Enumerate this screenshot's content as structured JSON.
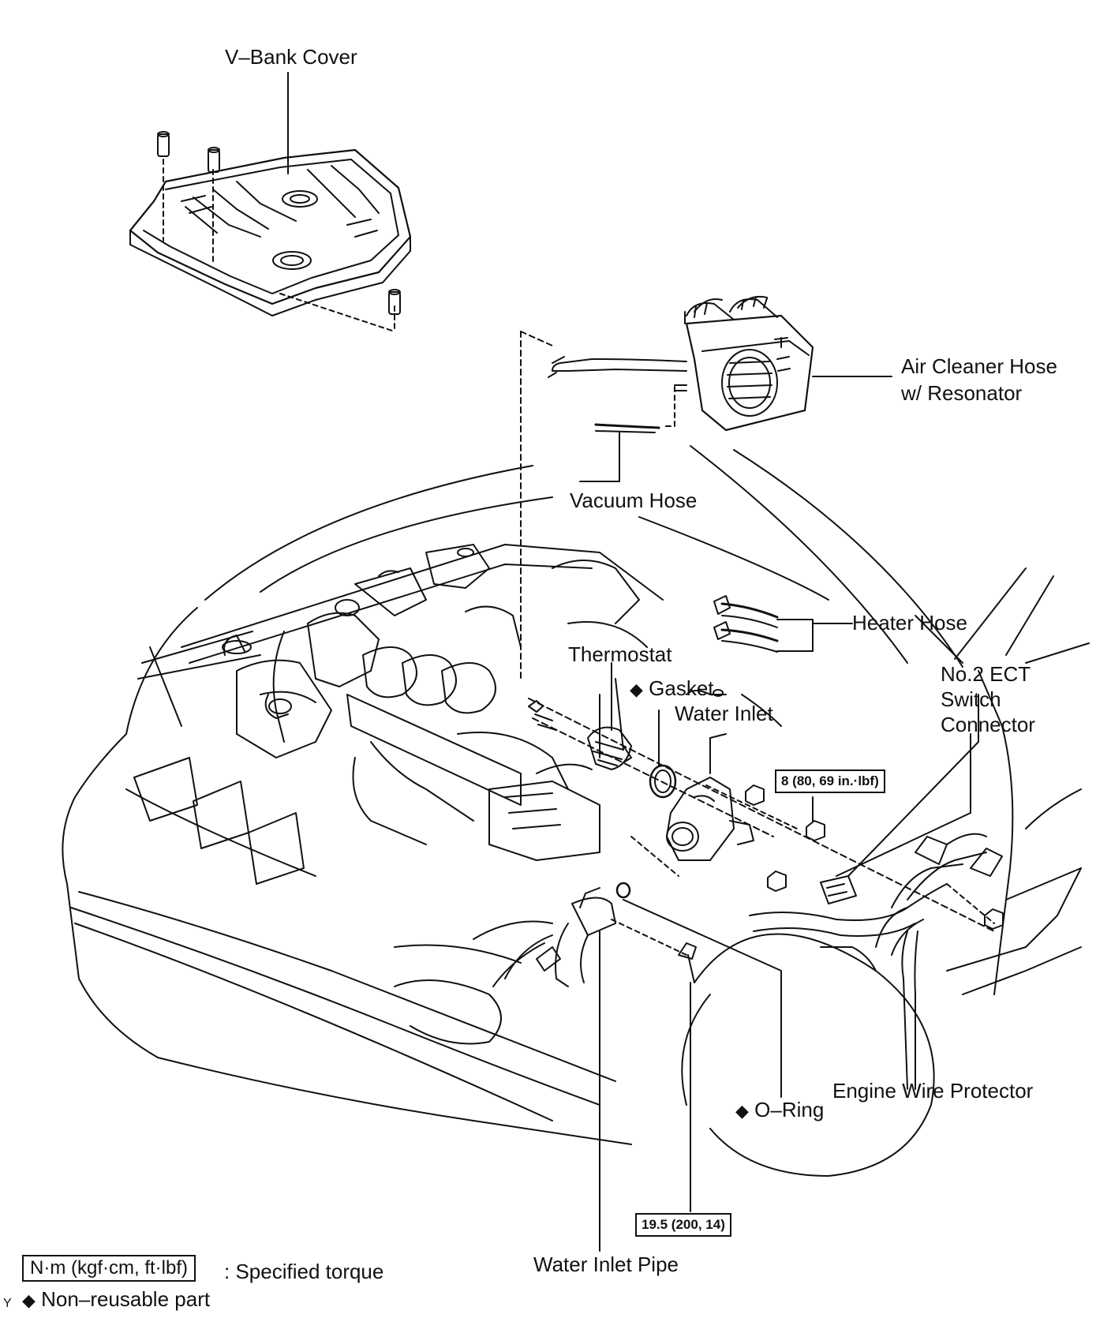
{
  "labels": {
    "v_bank_cover": "V–Bank Cover",
    "air_cleaner_hose_1": "Air Cleaner Hose",
    "air_cleaner_hose_2": "w/ Resonator",
    "vacuum_hose": "Vacuum Hose",
    "heater_hose": "Heater Hose",
    "thermostat": "Thermostat",
    "gasket": "Gasket",
    "water_inlet": "Water Inlet",
    "ect_1": "No.2 ECT",
    "ect_2": "Switch",
    "ect_3": "Connector",
    "engine_wire_protector": "Engine Wire Protector",
    "o_ring": "O–Ring",
    "water_inlet_pipe": "Water Inlet Pipe"
  },
  "torques": {
    "water_inlet_nut": "8 (80, 69 in.·lbf)",
    "water_inlet_pipe_bolt": "19.5 (200, 14)"
  },
  "legend": {
    "torque_unit": "N·m (kgf·cm, ft·lbf)",
    "torque_text": ": Specified torque",
    "non_reusable_text": "Non–reusable part",
    "corner_mark": "Y"
  },
  "symbols": {
    "non_reusable": "◆"
  }
}
